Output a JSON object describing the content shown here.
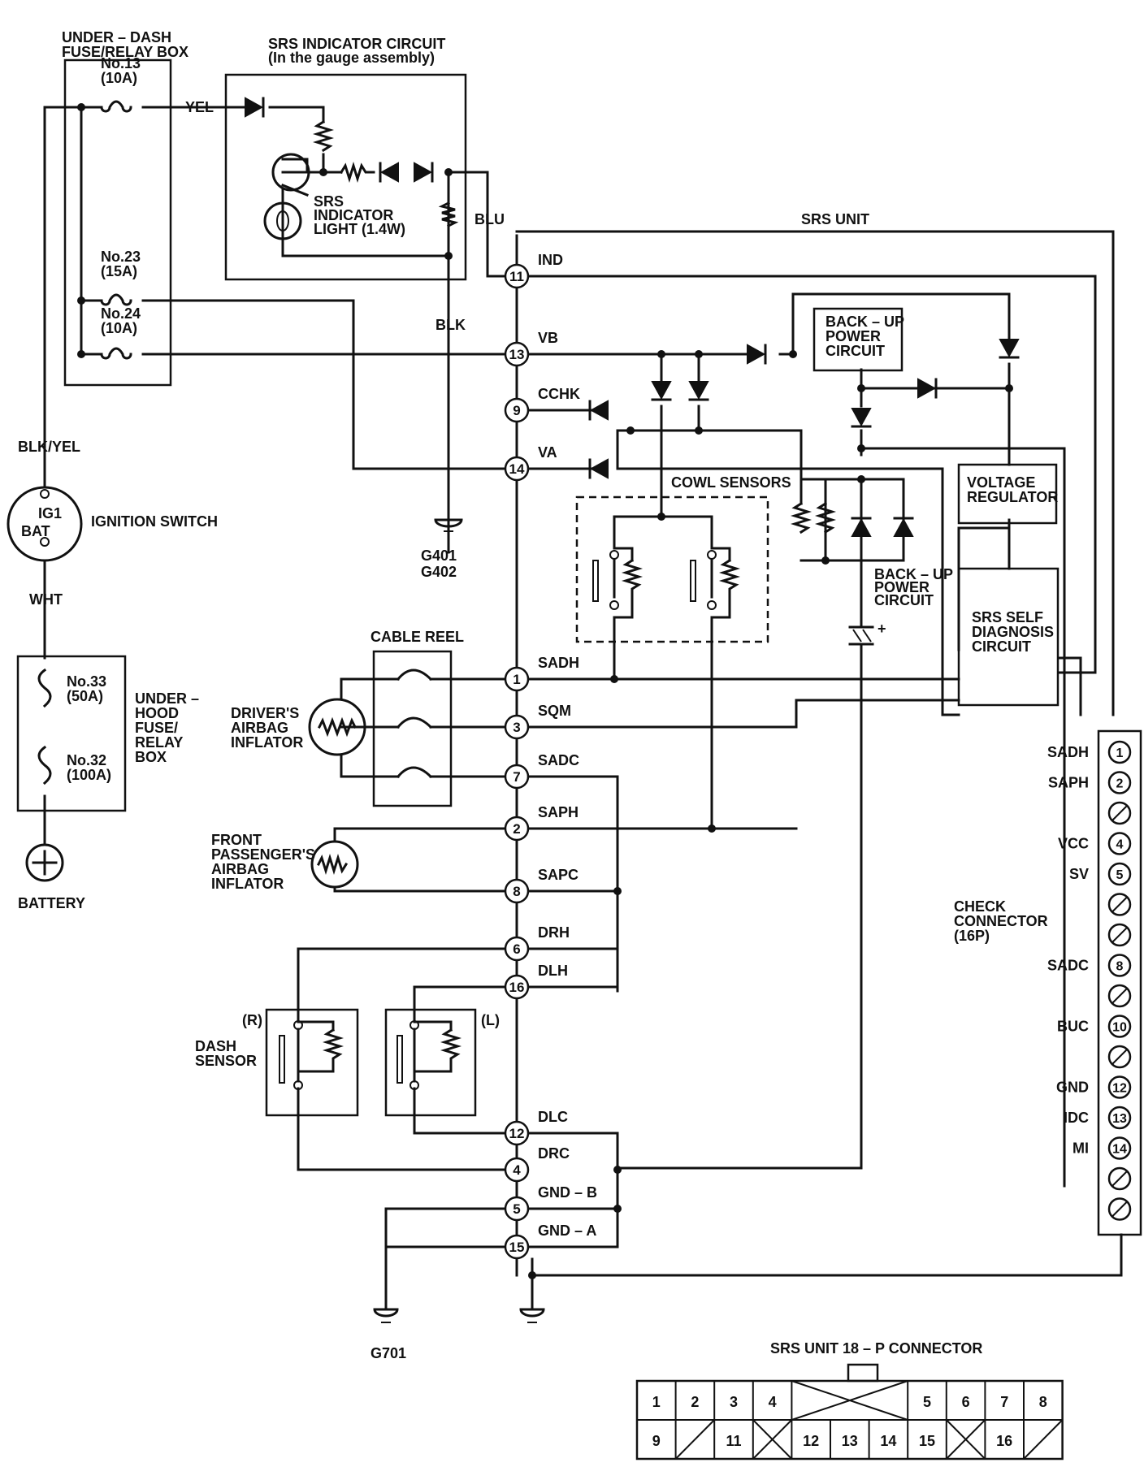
{
  "labels": {
    "underdash_box": [
      "UNDER – DASH",
      "FUSE/RELAY BOX"
    ],
    "fuse13": [
      "No.13",
      "(10A)"
    ],
    "fuse23": [
      "No.23",
      "(15A)"
    ],
    "fuse24": [
      "No.24",
      "(10A)"
    ],
    "fuse33": [
      "No.33",
      "(50A)"
    ],
    "fuse32": [
      "No.32",
      "(100A)"
    ],
    "srs_indicator_circuit": [
      "SRS INDICATOR CIRCUIT",
      "(In the gauge assembly)"
    ],
    "srs_indicator_light": [
      "SRS",
      "INDICATOR",
      "LIGHT (1.4W)"
    ],
    "srs_unit": "SRS UNIT",
    "yel": "YEL",
    "blu": "BLU",
    "blk": "BLK",
    "blk_yel": "BLK/YEL",
    "wht": "WHT",
    "ig1": "IG1",
    "bat": "BAT",
    "ignition_switch": "IGNITION SWITCH",
    "g401": "G401",
    "g402": "G402",
    "g701": "G701",
    "underhood_box": [
      "UNDER –",
      "HOOD",
      "FUSE/",
      "RELAY",
      "BOX"
    ],
    "battery": "BATTERY",
    "backup_power_circuit_top": [
      "BACK – UP",
      "POWER",
      "CIRCUIT"
    ],
    "backup_power_circuit_mid": [
      "BACK – UP",
      "POWER",
      "CIRCUIT"
    ],
    "voltage_regulator": [
      "VOLTAGE",
      "REGULATOR"
    ],
    "self_diagnosis": [
      "SRS SELF",
      "DIAGNOSIS",
      "CIRCUIT"
    ],
    "cowl_sensors": "COWL SENSORS",
    "cable_reel": "CABLE REEL",
    "driver_inflator": [
      "DRIVER'S",
      "AIRBAG",
      "INFLATOR"
    ],
    "passenger_inflator": [
      "FRONT",
      "PASSENGER'S",
      "AIRBAG",
      "INFLATOR"
    ],
    "dash_sensor": [
      "DASH",
      "SENSOR"
    ],
    "dash_r": "(R)",
    "dash_l": "(L)",
    "check_connector": [
      "CHECK",
      "CONNECTOR",
      "(16P)"
    ],
    "connector_18p_title": "SRS UNIT 18 – P CONNECTOR",
    "plus": "+"
  },
  "srs_pins": [
    {
      "num": "11",
      "name": "IND"
    },
    {
      "num": "13",
      "name": "VB"
    },
    {
      "num": "9",
      "name": "CCHK"
    },
    {
      "num": "14",
      "name": "VA"
    },
    {
      "num": "1",
      "name": "SADH"
    },
    {
      "num": "3",
      "name": "SQM"
    },
    {
      "num": "7",
      "name": "SADC"
    },
    {
      "num": "2",
      "name": "SAPH"
    },
    {
      "num": "8",
      "name": "SAPC"
    },
    {
      "num": "6",
      "name": "DRH"
    },
    {
      "num": "16",
      "name": "DLH"
    },
    {
      "num": "12",
      "name": "DLC"
    },
    {
      "num": "4",
      "name": "DRC"
    },
    {
      "num": "5",
      "name": "GND – B"
    },
    {
      "num": "15",
      "name": "GND – A"
    }
  ],
  "check_connector_pins": [
    {
      "num": "1",
      "name": "SADH"
    },
    {
      "num": "2",
      "name": "SAPH"
    },
    {
      "num": "",
      "name": ""
    },
    {
      "num": "4",
      "name": "VCC"
    },
    {
      "num": "5",
      "name": "SV"
    },
    {
      "num": "",
      "name": ""
    },
    {
      "num": "",
      "name": ""
    },
    {
      "num": "8",
      "name": "SADC"
    },
    {
      "num": "",
      "name": ""
    },
    {
      "num": "10",
      "name": "BUC"
    },
    {
      "num": "",
      "name": ""
    },
    {
      "num": "12",
      "name": "GND"
    },
    {
      "num": "13",
      "name": "IDC"
    },
    {
      "num": "14",
      "name": "MI"
    },
    {
      "num": "",
      "name": ""
    },
    {
      "num": "",
      "name": ""
    }
  ],
  "connector_18p": {
    "top_row": [
      "1",
      "2",
      "3",
      "4",
      "",
      "",
      "",
      "5",
      "6",
      "7",
      "8"
    ],
    "bottom_row": [
      "9",
      "",
      "11",
      "",
      "12",
      "13",
      "14",
      "15",
      "",
      "16",
      ""
    ]
  }
}
